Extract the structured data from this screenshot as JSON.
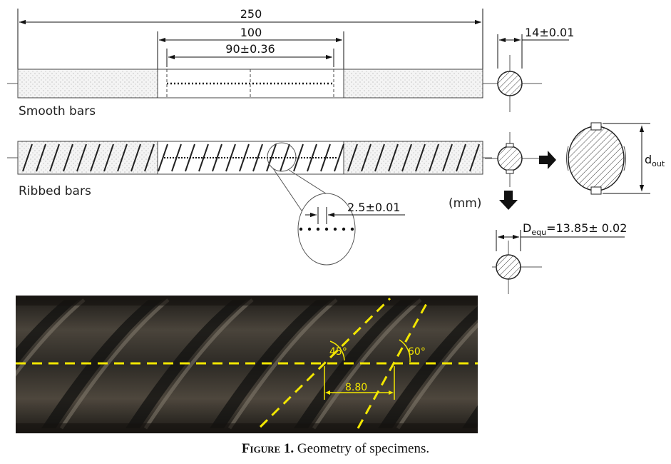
{
  "dimensions": {
    "total_length": "250",
    "grip_gap": "100",
    "gauge_length": "90±0.36",
    "diameter": "14±0.01",
    "dot_spacing": "2.5±0.01",
    "equiv_diameter_prefix": "D",
    "equiv_diameter_sub": "equ",
    "equiv_diameter_value": "=13.85± 0.02",
    "outer_diameter_prefix": "d",
    "outer_diameter_sub": "out"
  },
  "labels": {
    "smooth": "Smooth bars",
    "ribbed": "Ribbed bars",
    "unit": "(mm)"
  },
  "photo": {
    "angle1": "45°",
    "angle2": "60°",
    "rib_spacing": "8.80",
    "overlay_color": "#f2e600"
  },
  "caption": {
    "label": "Figure 1.",
    "text": "Geometry of specimens."
  }
}
